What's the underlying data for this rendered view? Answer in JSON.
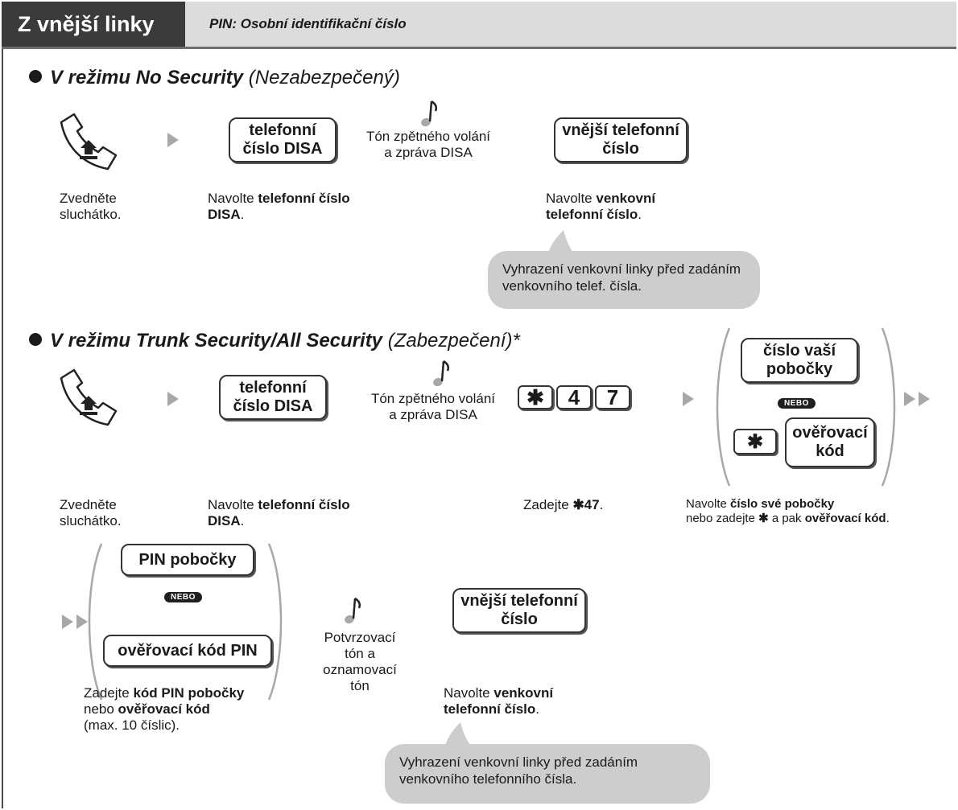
{
  "header": {
    "title": "Z vnější linky",
    "note": "PIN: Osobní identifikační číslo"
  },
  "section1": {
    "heading_bold": "V režimu No Security",
    "heading_rest": " (Nezabezpečený)",
    "key_disa": "telefonní číslo DISA",
    "tone": "Tón zpětného volání a zpráva DISA",
    "key_outside": "vnější telefonní číslo",
    "caption_lift": "Zvedněte sluchátko.",
    "caption_dial_pre": "Navolte ",
    "caption_dial_bold": "telefonní číslo DISA",
    "caption_dial_post": ".",
    "caption_outside_pre": "Navolte ",
    "caption_outside_bold": "venkovní telefonní číslo",
    "caption_outside_post": ".",
    "bubble": "Vyhrazení venkovní linky před zadáním venkovního telef. čísla."
  },
  "section2": {
    "heading_bold": "V režimu Trunk Security/All Security",
    "heading_rest": " (Zabezpečení)*",
    "key_disa": "telefonní číslo DISA",
    "tone": "Tón zpětného volání a zpráva DISA",
    "digits": [
      "✱",
      "4",
      "7"
    ],
    "key_ext": "číslo vaší pobočky",
    "nebo": "NEBO",
    "key_star": "✱",
    "key_verify": "ověřovací kód",
    "caption_lift": "Zvedněte sluchátko.",
    "caption_dial_pre": "Navolte ",
    "caption_dial_bold": "telefonní číslo DISA",
    "caption_dial_post": ".",
    "caption_enter_pre": "Zadejte ",
    "caption_enter_bold": "✱47",
    "caption_enter_post": ".",
    "caption_ext_pre": "Navolte ",
    "caption_ext_bold": "číslo své pobočky",
    "caption_ext_line2_pre": "nebo zadejte ",
    "caption_ext_line2_star": "✱",
    "caption_ext_line2_mid": " a pak ",
    "caption_ext_line2_bold": "ověřovací kód",
    "caption_ext_line2_post": "."
  },
  "section3": {
    "key_pin": "PIN pobočky",
    "nebo": "NEBO",
    "key_pin_verify": "ověřovací kód PIN",
    "tone": "Potvrzovací tón a oznamovací tón",
    "key_outside": "vnější telefonní číslo",
    "caption_pin_pre": "Zadejte ",
    "caption_pin_bold": "kód PIN pobočky",
    "caption_pin_l2_pre": "nebo ",
    "caption_pin_l2_bold": "ověřovací kód",
    "caption_pin_l3": "(max. 10 číslic).",
    "caption_outside_pre": "Navolte ",
    "caption_outside_bold": "venkovní telefonní číslo",
    "caption_outside_post": ".",
    "bubble": "Vyhrazení venkovní linky před zadáním venkovního telefonního čísla."
  }
}
